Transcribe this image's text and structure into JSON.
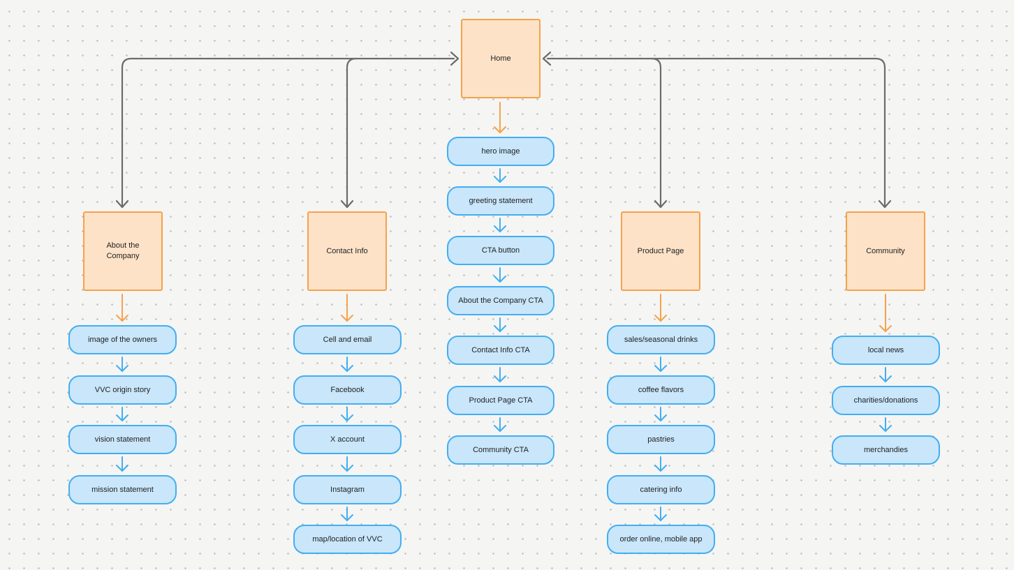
{
  "colors": {
    "page_fill": "#fde2c8",
    "page_border": "#f5a24a",
    "item_fill": "#c9e6fb",
    "item_border": "#43aef0",
    "nav_arrow": "#6b6b6b",
    "page_to_item_arrow": "#f5a24a",
    "item_to_item_arrow": "#43aef0",
    "canvas_background": "#f5f5f4"
  },
  "home": {
    "label": "Home",
    "items": [
      "hero image",
      "greeting statement",
      "CTA button",
      "About the Company CTA",
      "Contact Info CTA",
      "Product Page CTA",
      "Community CTA"
    ]
  },
  "sections": [
    {
      "label": "About the Company",
      "items": [
        "image of the owners",
        "VVC origin story",
        "vision statement",
        "mission statement"
      ]
    },
    {
      "label": "Contact Info",
      "items": [
        "Cell and email",
        "Facebook",
        "X account",
        "Instagram",
        "map/location of VVC"
      ]
    },
    {
      "label": "Product Page",
      "items": [
        "sales/seasonal drinks",
        "coffee flavors",
        "pastries",
        "catering info",
        "order online, mobile app"
      ]
    },
    {
      "label": "Community",
      "items": [
        "local news",
        "charities/donations",
        "merchandies"
      ]
    }
  ]
}
